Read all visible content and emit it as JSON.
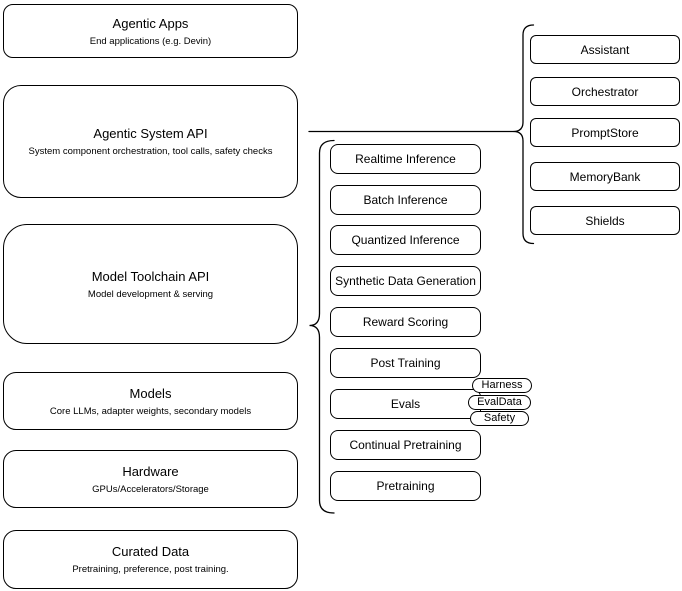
{
  "left_column": [
    {
      "title": "Agentic Apps",
      "subtitle": "End applications (e.g. Devin)"
    },
    {
      "title": "Agentic System API",
      "subtitle": "System component orchestration, tool calls, safety checks"
    },
    {
      "title": "Model Toolchain API",
      "subtitle": "Model development & serving"
    },
    {
      "title": "Models",
      "subtitle": "Core LLMs, adapter weights, secondary models"
    },
    {
      "title": "Hardware",
      "subtitle": "GPUs/Accelerators/Storage"
    },
    {
      "title": "Curated Data",
      "subtitle": "Pretraining, preference, post training."
    }
  ],
  "middle_column": [
    "Realtime Inference",
    "Batch Inference",
    "Quantized Inference",
    "Synthetic Data Generation",
    "Reward Scoring",
    "Post Training",
    "Evals",
    "Continual Pretraining",
    "Pretraining"
  ],
  "eval_tags": [
    "Harness",
    "EvalData",
    "Safety"
  ],
  "right_column": [
    "Assistant",
    "Orchestrator",
    "PromptStore",
    "MemoryBank",
    "Shields"
  ],
  "colors": {
    "stroke": "#000000",
    "fill": "#ffffff",
    "text": "#000000"
  }
}
